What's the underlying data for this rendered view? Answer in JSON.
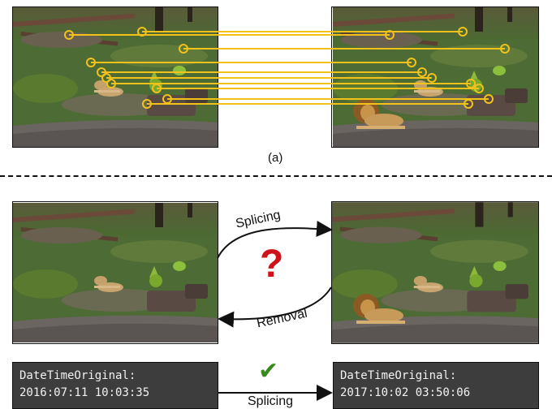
{
  "panel_a": {
    "caption": "(a)"
  },
  "middle": {
    "top_arrow_label": "Splicing",
    "bottom_arrow_label": "Removal",
    "uncertain_symbol": "?",
    "uncertain_color": "#d0101a"
  },
  "bottom": {
    "left_exif": {
      "field": "DateTimeOriginal:",
      "value": "2016:07:11 10:03:35"
    },
    "right_exif": {
      "field": "DateTimeOriginal:",
      "value": "2017:10:02 03:50:06"
    },
    "resolved_symbol": "✔",
    "resolved_color": "#3a8a1e",
    "arrow_label": "Splicing"
  },
  "colors": {
    "match_line": "#f2c21b",
    "exif_bg": "#3d3d3d"
  },
  "icons": [
    "question-mark-icon",
    "check-mark-icon"
  ]
}
